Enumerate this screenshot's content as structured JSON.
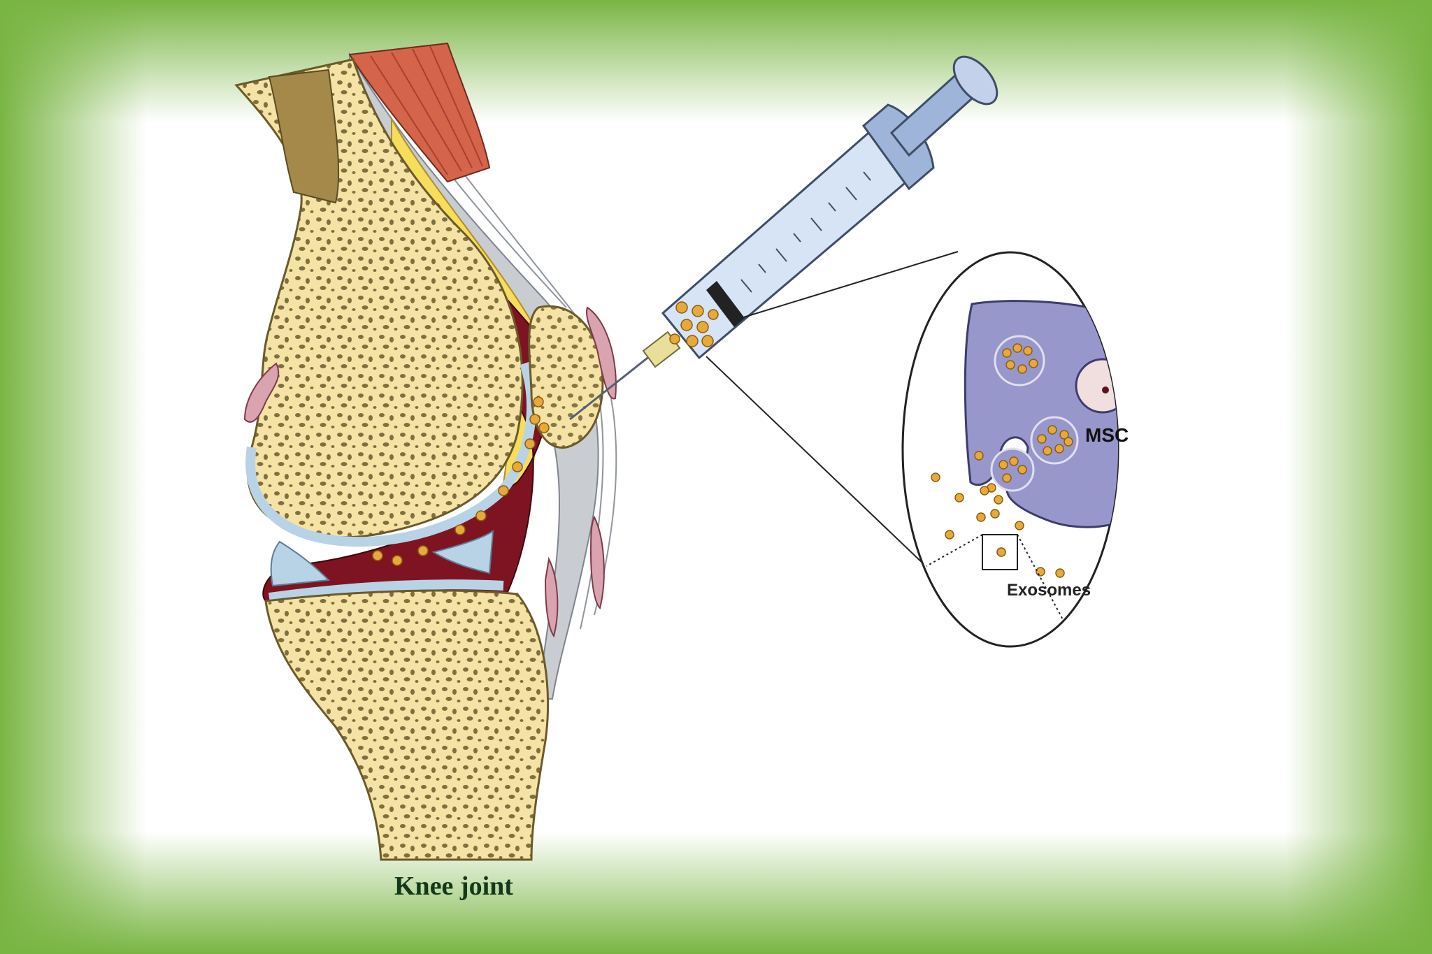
{
  "labels": {
    "knee_joint": "Knee joint",
    "msc": "MSC",
    "exosomes": "Exosomes"
  },
  "colors": {
    "frame_green": "#79b543",
    "bone": "#f5e3a5",
    "bone_outline": "#6a5a2a",
    "marrow_pores": "#6b5a2c",
    "cartilage": "#b9d3e6",
    "synovial": "#7e1422",
    "muscle": "#d4644a",
    "tendon_gray": "#c9cdd2",
    "fat": "#f6dd5c",
    "bursa": "#d9a4b0",
    "syringe_barrel": "#d6e4f5",
    "syringe_plunger": "#9eb4d8",
    "cell_purple": "#9897cc",
    "nucleus_pink": "#f1dede",
    "exosome_gold": "#e7a93a",
    "label_dark_green": "#14391a"
  }
}
